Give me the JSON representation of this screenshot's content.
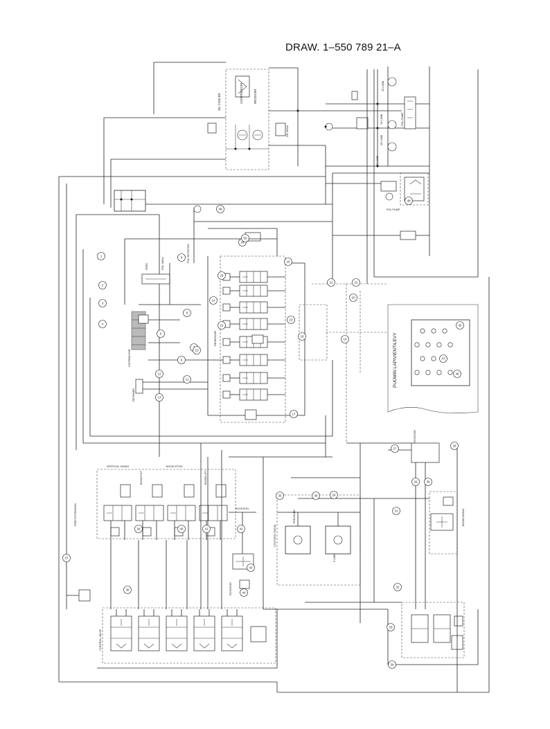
{
  "header": {
    "drawing_number": "DRAW. 1–550 789 21–A"
  },
  "labels": {
    "oil_cooler": "OIL COOLER",
    "compressor": "COMPRESSOR",
    "receiver": "RECEIVER",
    "zr_vana": "ZR VANA",
    "pol_vana": "POL VANA",
    "feed": "FEED",
    "pol_pump": "POL PUMP",
    "pol_pump2": "POL PUMP",
    "lmin_20": "20 L/MIN",
    "lmin_25a": "25 L/MIN",
    "lmin_30": "30 L/MIN",
    "lmin_25b": "25 L/MIN",
    "lmin_5": "5 L/MIN",
    "pol_rotation": "POL ROTATION",
    "reservoir": "RESERVOIR",
    "control_panel": "CONTROL PANEL",
    "puomin_lapi": "PUOMIN LAPIVIENTILEVY",
    "retainer": "RETAINER",
    "distributor": "DISTRIBUTOR",
    "pressure": "PRESSURE",
    "vertical_swing": "VERTICAL SWING",
    "boom_tilt": "BOOM TILT",
    "boom_stick": "BOOM STICK",
    "boom_lift": "BOOM LIFT",
    "rotation": "ROTATION",
    "rotation2": "ROTATION",
    "feed_extension": "FEED EXTENSION",
    "control_valve": "CONTROL VALVE",
    "boom_swing": "BOOM SWING",
    "rotation_top": "ROTATION"
  },
  "callouts": [
    "1",
    "2",
    "3",
    "4",
    "5",
    "6",
    "7",
    "8",
    "9",
    "10",
    "11",
    "12",
    "13",
    "14",
    "15",
    "16",
    "17",
    "18",
    "19",
    "20",
    "21",
    "22",
    "23",
    "24",
    "25",
    "26",
    "27",
    "28",
    "29",
    "30",
    "31",
    "32",
    "33",
    "34",
    "35",
    "36",
    "37",
    "38",
    "39",
    "40",
    "41",
    "42",
    "43",
    "44",
    "45",
    "46",
    "47",
    "48",
    "49",
    "50"
  ]
}
